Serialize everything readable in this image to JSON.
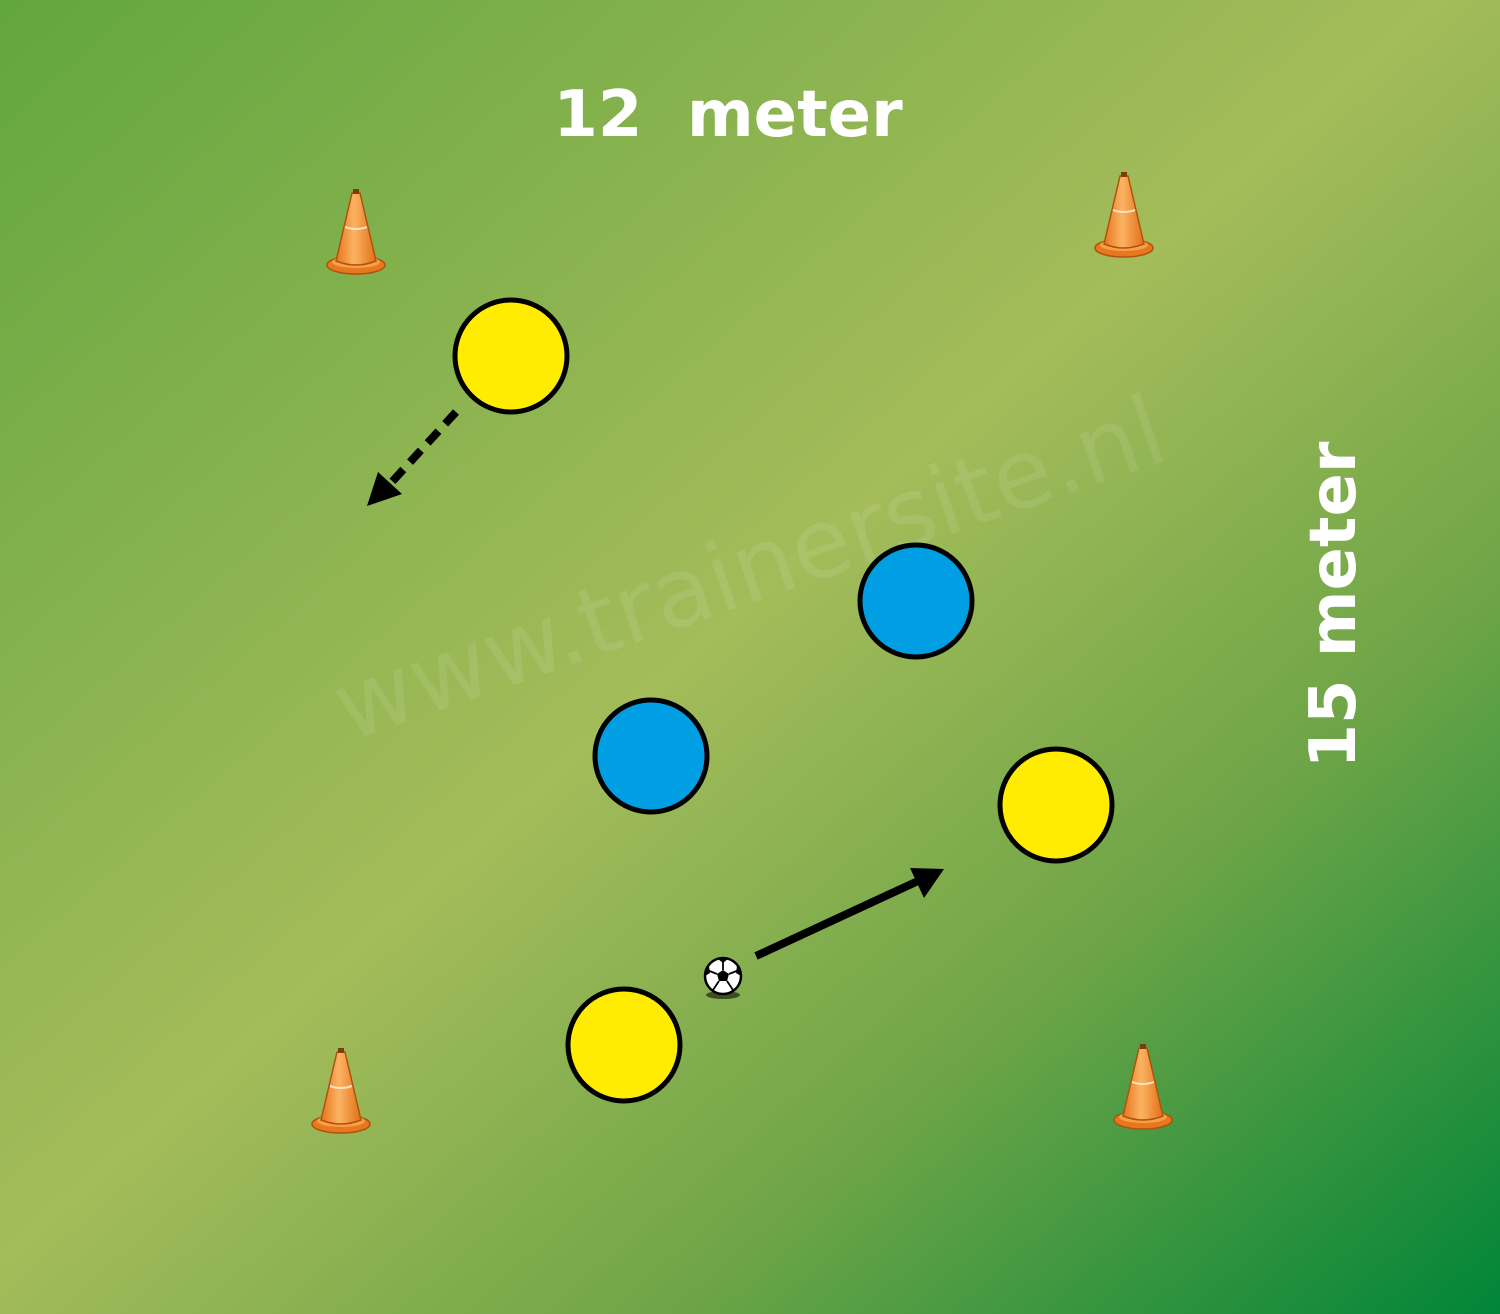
{
  "labels": {
    "width": "12  meter",
    "height": "15 meter",
    "watermark": "www.trainersite.nl"
  },
  "colors": {
    "team_yellow": "#ffec00",
    "team_blue": "#009fe3",
    "cone": "#f39a3c",
    "arrow": "#000000"
  },
  "elements": {
    "players": [
      {
        "team": "yellow",
        "name": "player-yellow-top-left"
      },
      {
        "team": "blue",
        "name": "player-blue-upper-right"
      },
      {
        "team": "blue",
        "name": "player-blue-center"
      },
      {
        "team": "yellow",
        "name": "player-yellow-right"
      },
      {
        "team": "yellow",
        "name": "player-yellow-bottom"
      }
    ],
    "cones": [
      "cone-top-left",
      "cone-top-right",
      "cone-bottom-left",
      "cone-bottom-right"
    ],
    "arrows": [
      {
        "style": "dashed",
        "meaning": "player run"
      },
      {
        "style": "solid",
        "meaning": "pass"
      }
    ],
    "ball_icon": "soccer-ball-icon"
  }
}
